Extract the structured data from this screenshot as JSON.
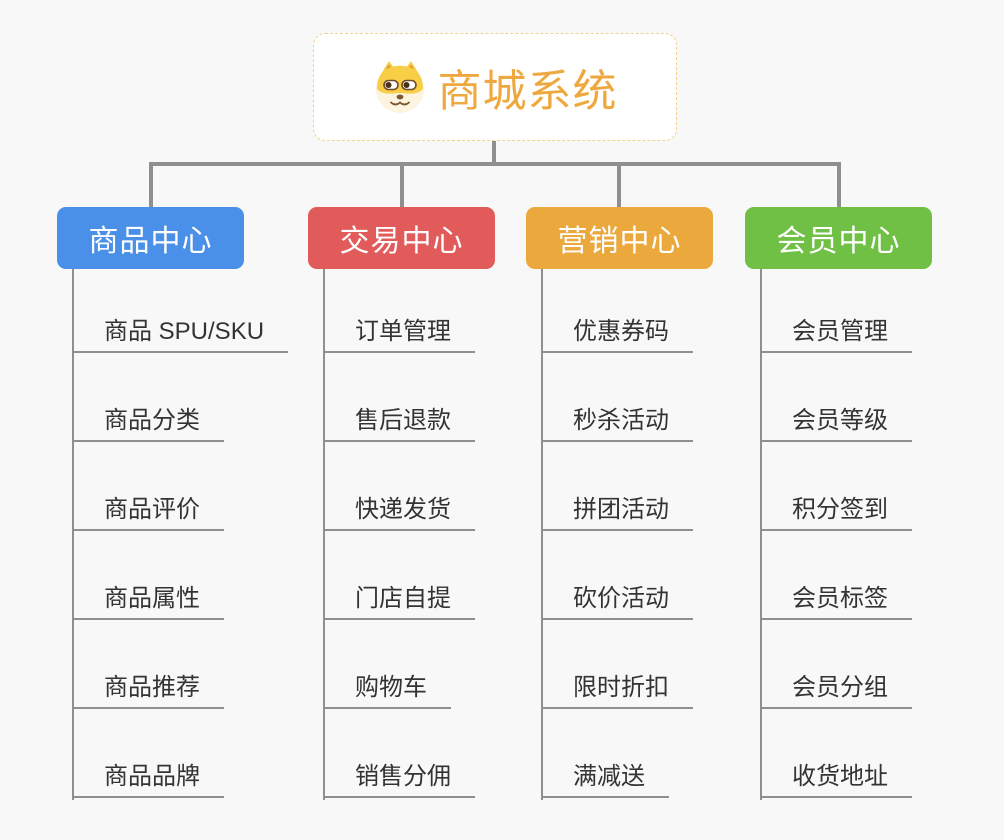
{
  "root": {
    "title": "商城系统",
    "icon": "dog-face-icon",
    "title_color": "#EFA83E",
    "border_color": "#F4CF8E"
  },
  "branches": [
    {
      "label": "商品中心",
      "color": "#4A90E8",
      "children": [
        "商品 SPU/SKU",
        "商品分类",
        "商品评价",
        "商品属性",
        "商品推荐",
        "商品品牌"
      ]
    },
    {
      "label": "交易中心",
      "color": "#E25B5B",
      "children": [
        "订单管理",
        "售后退款",
        "快递发货",
        "门店自提",
        "购物车",
        "销售分佣"
      ]
    },
    {
      "label": "营销中心",
      "color": "#EBA83C",
      "children": [
        "优惠券码",
        "秒杀活动",
        "拼团活动",
        "砍价活动",
        "限时折扣",
        "满减送"
      ]
    },
    {
      "label": "会员中心",
      "color": "#6FC044",
      "children": [
        "会员管理",
        "会员等级",
        "积分签到",
        "会员标签",
        "会员分组",
        "收货地址"
      ]
    }
  ],
  "colors": {
    "background": "#F8F8F8",
    "connector": "#8F8F8F",
    "child_text": "#333333",
    "child_underline": "#8F8F8F"
  }
}
